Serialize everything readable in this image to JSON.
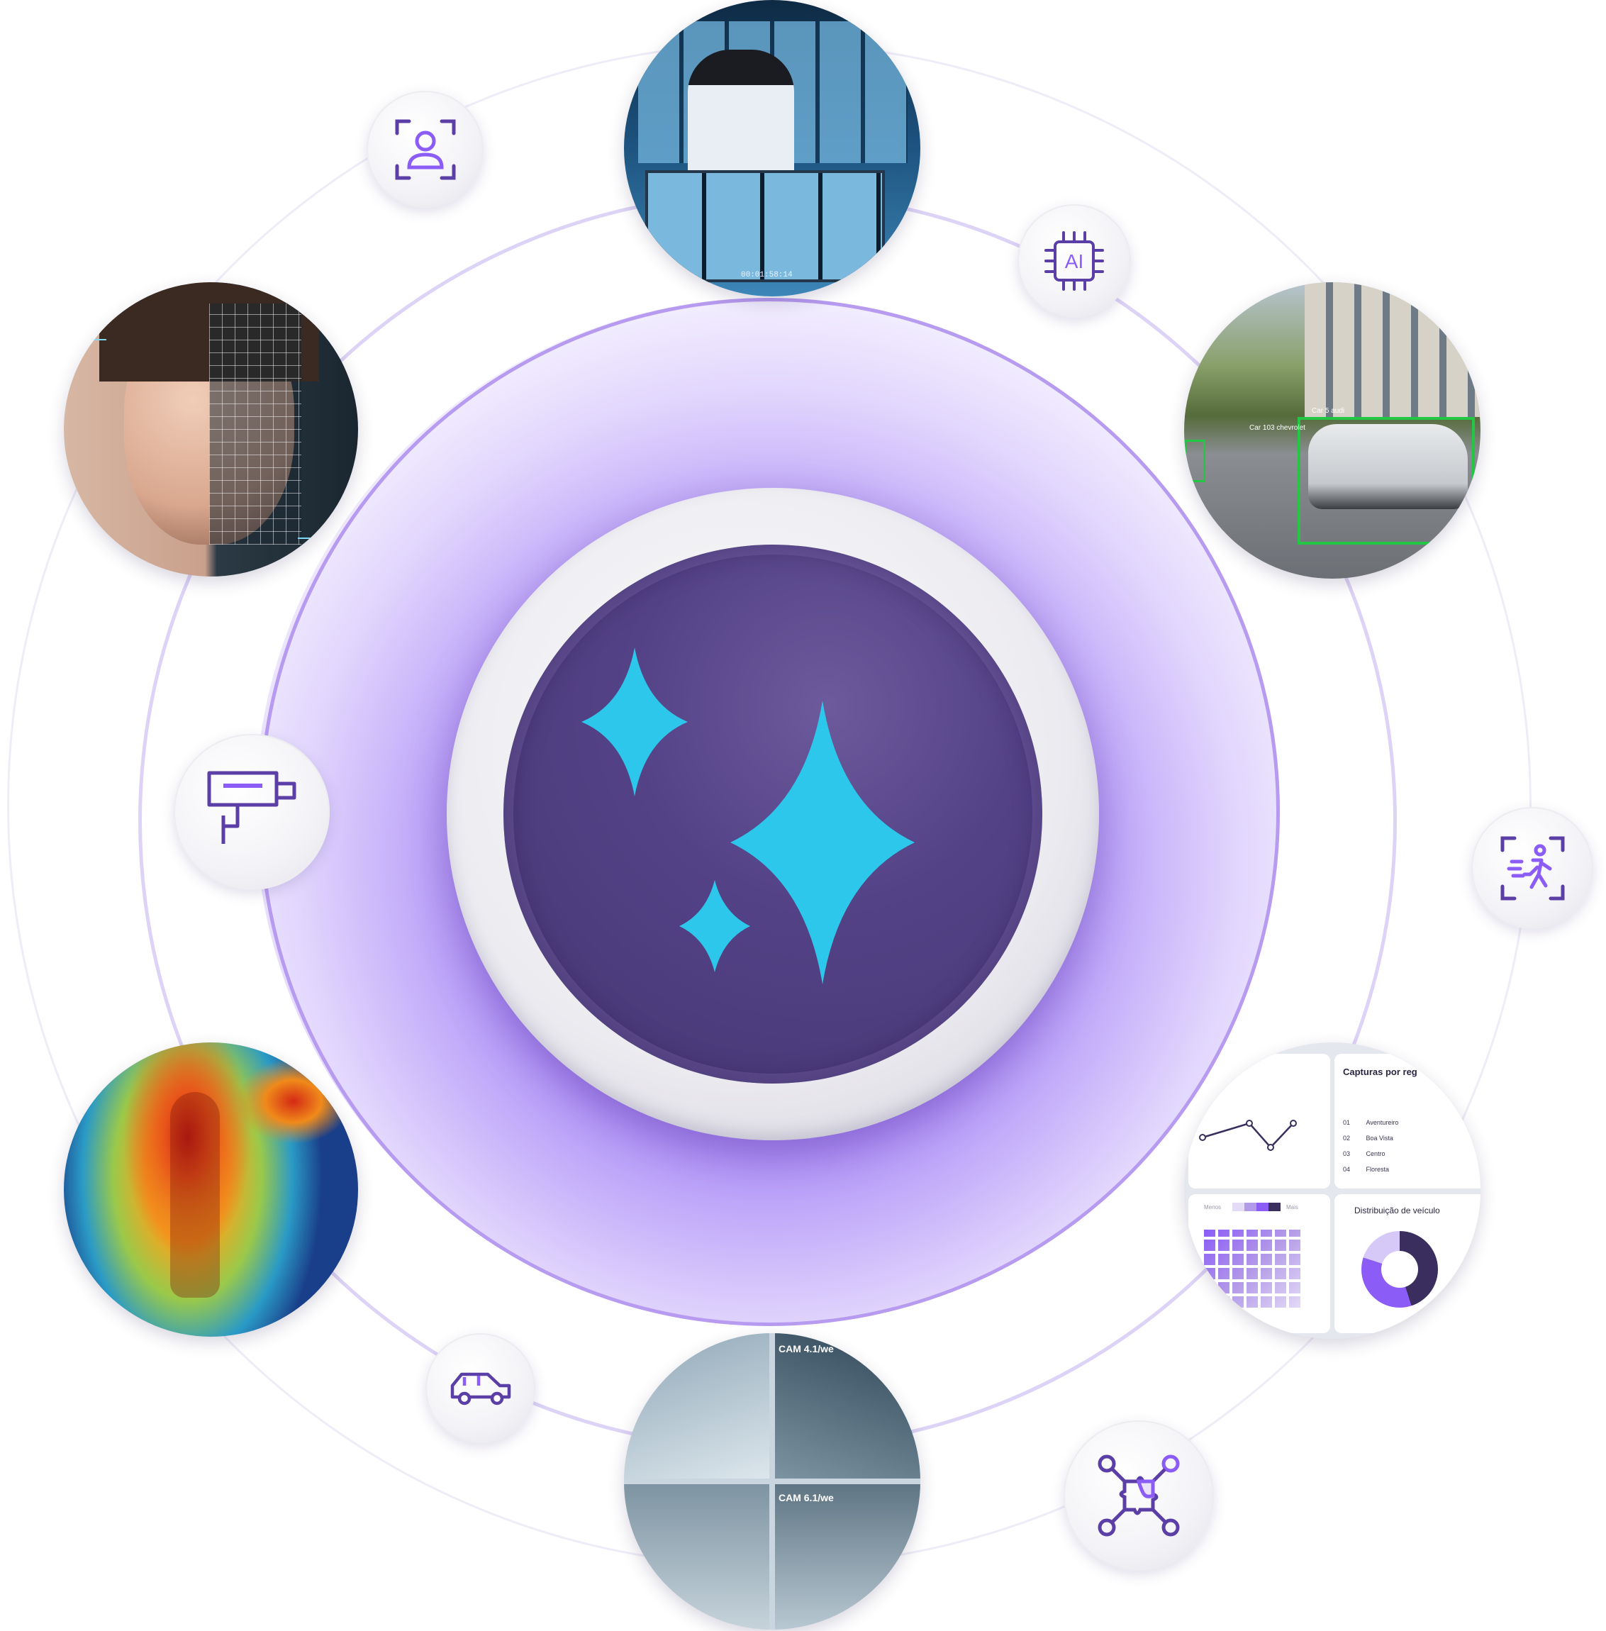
{
  "colors": {
    "accent": "#8b5cf6",
    "ring_light": "#ece8fa",
    "ring_mid": "#d8cdf6",
    "ring_dark": "#b79bf0",
    "core": "#4a3a7a",
    "sparkle": "#2ec7ec",
    "icon_stroke": "#5b3fa6"
  },
  "icons": {
    "face_scan": "face-scan-icon",
    "ai_chip": "ai-chip-icon",
    "cctv": "cctv-camera-icon",
    "motion": "motion-detection-icon",
    "car": "car-icon",
    "network": "network-puzzle-icon",
    "center": "sparkles-icon"
  },
  "ai_chip_label": "AI",
  "surveillance": {
    "timestamp": "00:01:58:14"
  },
  "vehicle_scene": {
    "tag_a": "Car 103 chevrolet",
    "tag_b": "Car 5 audi"
  },
  "cam_grid": {
    "cam_a": "CAM 4.1/we",
    "cam_b": "CAM 6.1/we"
  },
  "dashboard": {
    "captures_title": "Capturas por reg",
    "regions": [
      {
        "num": "01",
        "name": "Aventureiro"
      },
      {
        "num": "02",
        "name": "Boa Vista"
      },
      {
        "num": "03",
        "name": "Centro"
      },
      {
        "num": "04",
        "name": "Floresta"
      }
    ],
    "legend_less": "Menos",
    "legend_more": "Mais",
    "distribution_title": "Distribuição de veículo"
  }
}
